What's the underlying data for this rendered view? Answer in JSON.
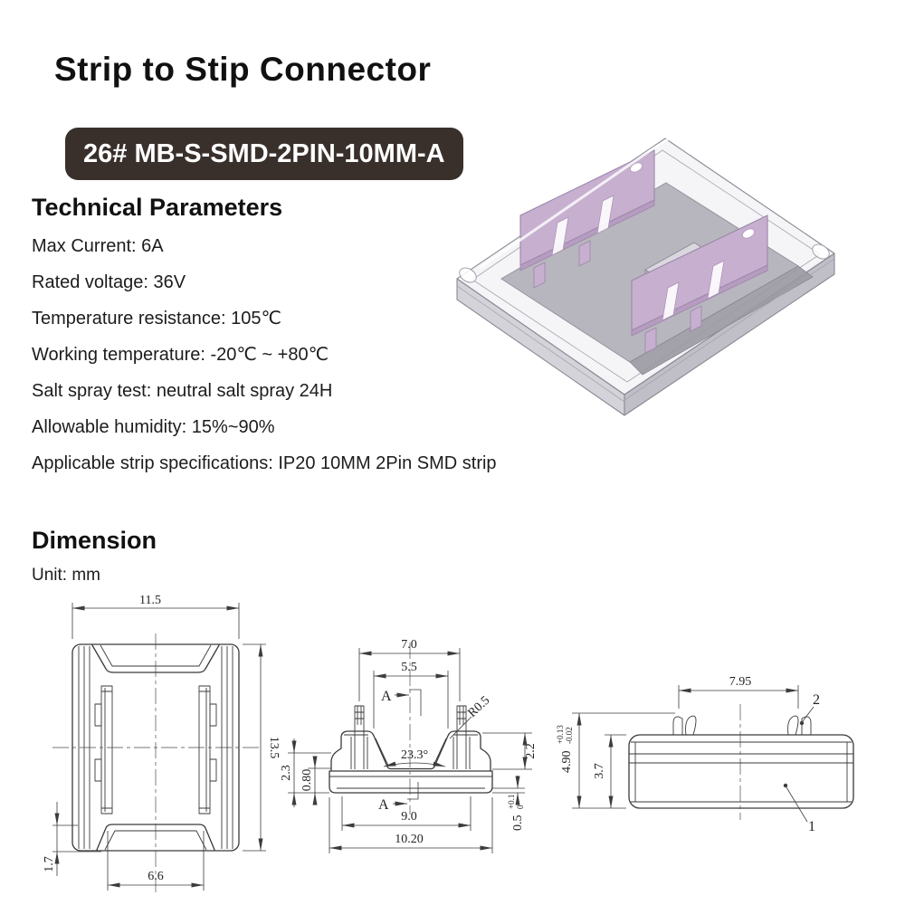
{
  "page": {
    "title": "Strip to Stip Connector",
    "model_badge": "26# MB-S-SMD-2PIN-10MM-A",
    "colors": {
      "badge_bg": "#39302c",
      "badge_text": "#ffffff",
      "blade": "#c7afd0",
      "drawing_line": "#3a3a3a"
    }
  },
  "technical": {
    "heading": "Technical Parameters",
    "items": [
      "Max Current: 6A",
      "Rated voltage: 36V",
      "Temperature resistance: 105℃",
      "Working temperature: -20℃ ~ +80℃",
      "Salt spray test: neutral salt spray 24H",
      "Allowable humidity: 15%~90%",
      "Applicable strip specifications: IP20 10MM 2Pin SMD strip"
    ]
  },
  "dimension": {
    "heading": "Dimension",
    "unit_label": "Unit: mm",
    "top_view": {
      "overall_width": "11.5",
      "overall_length": "13.5",
      "opening_width": "6.6",
      "flange_height": "1.7"
    },
    "front_view": {
      "pin_span": "7.0",
      "opening_top": "5.5",
      "section_label": "A",
      "radius": "R0.5",
      "angle": "23.3°",
      "left_outer": "2.3",
      "left_inner": "0.80",
      "shoulder_height": "2.2",
      "base_lip": "0.5",
      "base_lip_tol_plus": "+0.1",
      "base_lip_tol_minus": "0",
      "slot_width": "9.0",
      "overall_width": "10.20"
    },
    "side_view": {
      "clip_span": "7.95",
      "overall_height": "4.90",
      "height_tol_plus": "+0.13",
      "height_tol_minus": "-0.02",
      "body_height": "3.7",
      "part_body": "1",
      "part_clip": "2"
    }
  }
}
